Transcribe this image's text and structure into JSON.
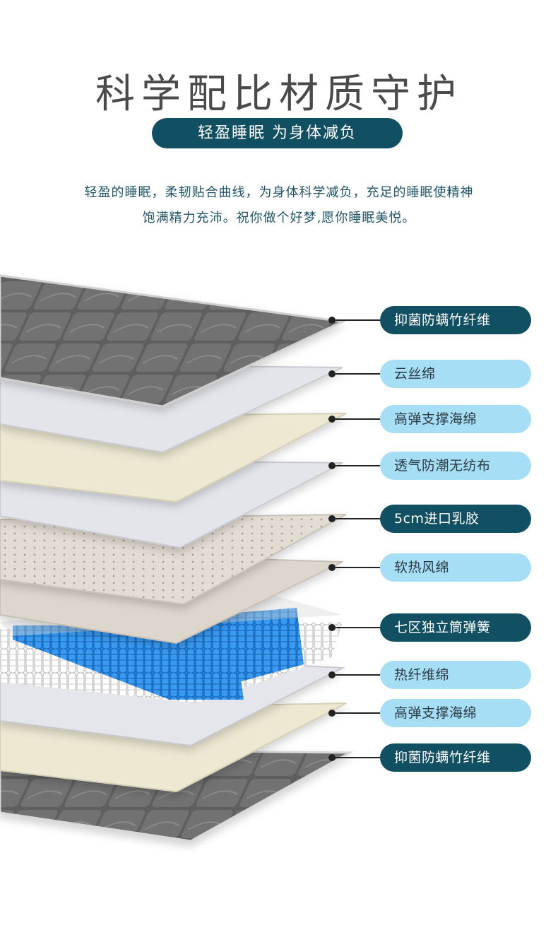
{
  "title": "科学配比材质守护",
  "subtitle": "轻盈睡眠 为身体减负",
  "description": {
    "line1": "轻盈的睡眠，柔韧贴合曲线，为身体科学减负，充足的睡眠使精神",
    "line2": "饱满精力充沛。祝你做个好梦,愿你睡眠美悦。"
  },
  "layers": [
    {
      "label": "抑菌防螨竹纤维",
      "style": "dark"
    },
    {
      "label": "云丝绵",
      "style": "light"
    },
    {
      "label": "高弹支撑海绵",
      "style": "light"
    },
    {
      "label": "透气防潮无纺布",
      "style": "light"
    },
    {
      "label": "5cm进口乳胶",
      "style": "dark"
    },
    {
      "label": "软热风绵",
      "style": "light"
    },
    {
      "label": "七区独立筒弹簧",
      "style": "dark"
    },
    {
      "label": "热纤维绵",
      "style": "light"
    },
    {
      "label": "高弹支撑海绵",
      "style": "light"
    },
    {
      "label": "抑菌防螨竹纤维",
      "style": "dark"
    }
  ],
  "colors": {
    "dark_pill": "#114f63",
    "light_pill": "#a6dff5",
    "fabric_gray": "#6b6b6b",
    "foam_cream": "#ece8d2",
    "nonwoven_white": "#e4e5ea",
    "latex_beige": "#ddd6cc",
    "spring_blue": "#2f8de0"
  }
}
